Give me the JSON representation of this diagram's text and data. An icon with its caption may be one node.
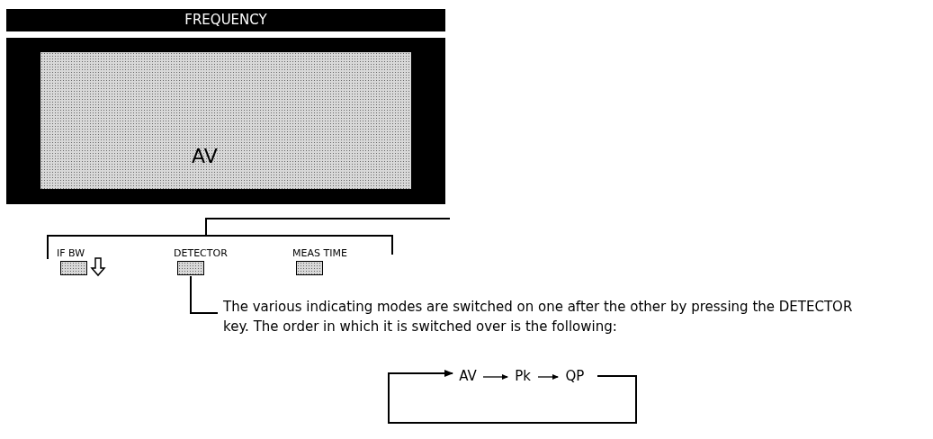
{
  "diagram": {
    "nodes": [
      {
        "text": [
          "FREQUENCY"
        ]
      },
      {
        "text": [
          "AV"
        ]
      },
      {
        "text": [
          "IF BW"
        ]
      },
      {
        "text": [
          "DETECTOR"
        ]
      },
      {
        "text": [
          "MEAS TIME"
        ]
      },
      {
        "text": [
          "The various indicating modes are switched on one after the other by pressing the DETECTOR key. The order in which it is switched over is the following:"
        ]
      },
      {
        "text": [
          "AV"
        ]
      },
      {
        "text": [
          "Pk"
        ]
      },
      {
        "text": [
          "QP"
        ]
      }
    ],
    "edges": [
      {
        "from": 3,
        "to": 5,
        "arrow": "none"
      },
      {
        "from": 6,
        "to": 7,
        "arrow": "to"
      },
      {
        "from": 7,
        "to": 8,
        "arrow": "to"
      },
      {
        "from": 8,
        "to": 6,
        "arrow": "to"
      }
    ]
  }
}
